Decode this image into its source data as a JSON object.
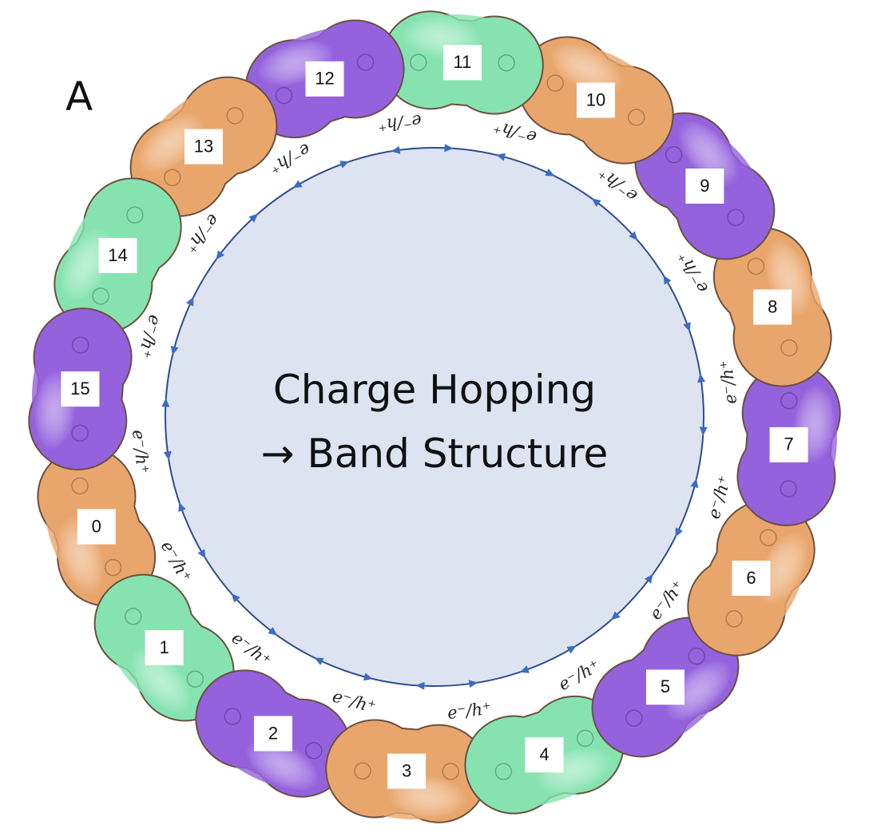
{
  "panel_label": "A",
  "center": {
    "line1": "Charge Hopping",
    "line2": "→ Band Structure"
  },
  "hop_label": "e⁻/h⁺",
  "colors": {
    "orange": "#e9a66c",
    "green": "#86e3b0",
    "purple": "#9462dd",
    "ring_fill": "#dde3f0",
    "ring_stroke": "#2f4c8c",
    "arrow": "#3b6cc4"
  },
  "molecules": [
    {
      "label": "0",
      "color": "orange"
    },
    {
      "label": "1",
      "color": "green"
    },
    {
      "label": "2",
      "color": "purple"
    },
    {
      "label": "3",
      "color": "orange"
    },
    {
      "label": "4",
      "color": "green"
    },
    {
      "label": "5",
      "color": "purple"
    },
    {
      "label": "6",
      "color": "orange"
    },
    {
      "label": "7",
      "color": "purple"
    },
    {
      "label": "8",
      "color": "orange"
    },
    {
      "label": "9",
      "color": "purple"
    },
    {
      "label": "10",
      "color": "orange"
    },
    {
      "label": "11",
      "color": "green"
    },
    {
      "label": "12",
      "color": "purple"
    },
    {
      "label": "13",
      "color": "orange"
    },
    {
      "label": "14",
      "color": "green"
    },
    {
      "label": "15",
      "color": "purple"
    }
  ]
}
